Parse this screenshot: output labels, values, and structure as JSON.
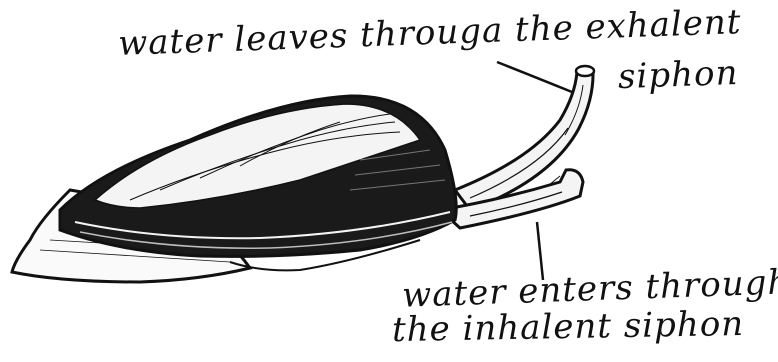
{
  "labels": {
    "exhalent_line1": "water leaves througa the exhalent",
    "exhalent_line2": "siphon",
    "inhalent_line1": "water enters through",
    "inhalent_line2": "the inhalent siphon"
  },
  "colors": {
    "ink": "#111111",
    "shell_dark": "#1a1a1a",
    "shell_light": "#f4f4f4",
    "background": "#ffffff"
  },
  "icons": {
    "subject": "clam-icon"
  }
}
